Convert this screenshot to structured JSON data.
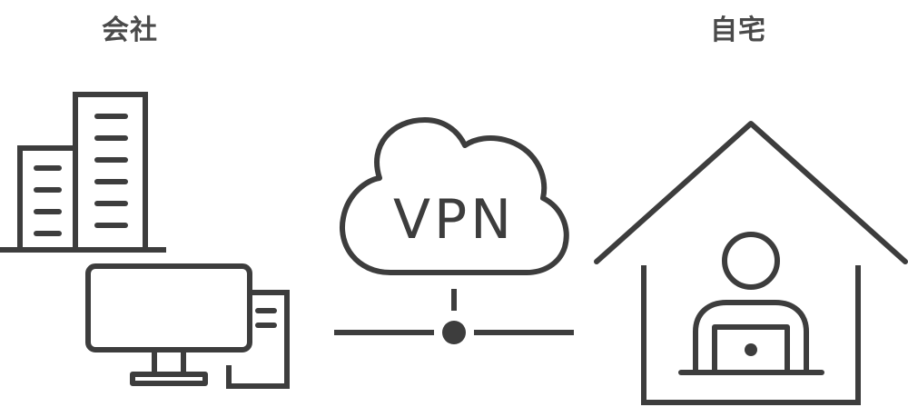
{
  "labels": {
    "office": "会社",
    "home": "自宅"
  },
  "vpn": {
    "text": "VPN"
  },
  "colors": {
    "line": "#3d3d3d",
    "label": "#4a4a4a",
    "background": "#ffffff"
  },
  "icons": {
    "office": "office-building-icon",
    "desktop": "desktop-computer-icon",
    "cloud": "cloud-icon",
    "network": "network-node-icon",
    "house": "house-icon",
    "remote_worker": "person-with-laptop-icon"
  }
}
